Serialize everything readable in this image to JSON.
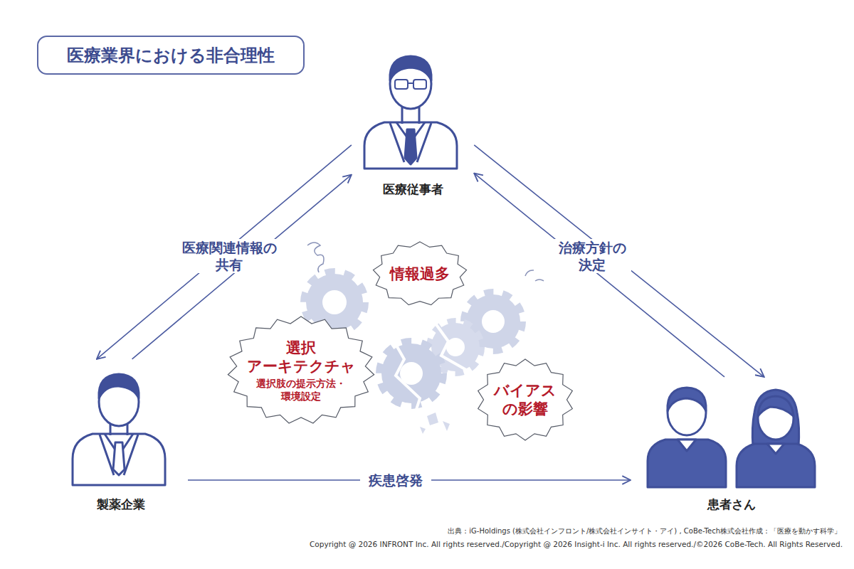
{
  "diagram": {
    "title": "医療業界における非合理性",
    "nodes": [
      {
        "text": [
          "医療従事者"
        ]
      },
      {
        "text": [
          "情報過多"
        ]
      },
      {
        "text": [
          "選択 アーキテクチャ",
          "選択肢の提示方法・ 環境設定"
        ]
      },
      {
        "text": [
          "バイアス の影響"
        ]
      },
      {
        "text": [
          "製薬企業"
        ]
      },
      {
        "text": [
          "患者さん"
        ]
      }
    ],
    "edges": [
      {
        "from": 4,
        "to": 0,
        "arrow": "to",
        "label": "医療関連情報の 共有"
      },
      {
        "from": 0,
        "to": 4,
        "arrow": "to"
      },
      {
        "from": 0,
        "to": 5,
        "arrow": "to",
        "label": "治療方針の 決定"
      },
      {
        "from": 5,
        "to": 0,
        "arrow": "to"
      },
      {
        "from": 4,
        "to": 5,
        "arrow": "to",
        "label": "疾患啓発"
      }
    ],
    "labels": [
      "出典：iG-Holdings (株式会社インフロント/株式会社インサイト・アイ) , CoBe-Tech株式会社作成：「医療を動かす科学」",
      "Copyright @ 2026 INFRONT Inc. All rights reserved./Copyright @ 2026 Insight-i Inc. All rights reserved./©2026 CoBe-Tech. All Rights Reserved."
    ]
  }
}
